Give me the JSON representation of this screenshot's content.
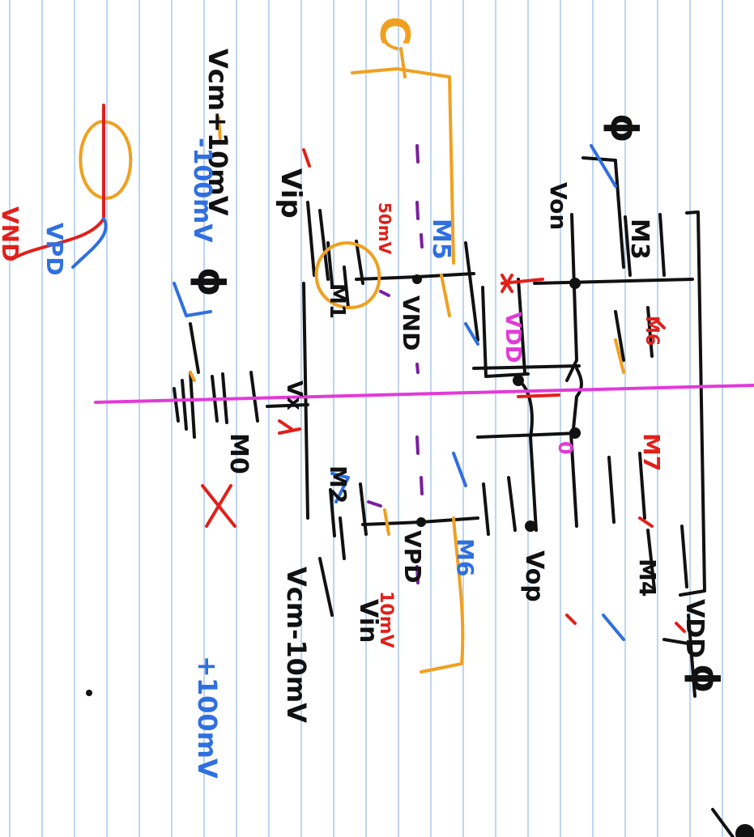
{
  "colors": {
    "paper": "#ffffff",
    "ruling": "#a9c7ec",
    "ink_black": "#111111",
    "ink_red": "#e0201b",
    "ink_blue": "#2f6fe0",
    "ink_orange": "#f0a020",
    "ink_magenta": "#e23ad8",
    "ink_purple": "#7a1fa0"
  },
  "labels": {
    "phi_top": "ϕ",
    "phi_mid": "ϕ",
    "phi_bot": "ϕ",
    "vdd_top": "VDD",
    "vdd_center": "VDD",
    "von": "Von",
    "vop": "Vop",
    "vnd": "VND",
    "vpd": "VPD",
    "vx": "Vx",
    "vip": "Vip",
    "vin": "Vin",
    "m0": "M0",
    "m1": "M1",
    "m2": "M2",
    "m3": "M3",
    "m4": "M4",
    "m5": "M5",
    "m6_mid": "M6",
    "m6_right": "M6",
    "m7": "M7",
    "vcm_plus": "Vcm+10mV",
    "vcm_minus": "Vcm-10mV",
    "minus_100mv": "-100mV",
    "plus_100mv": "+100mV",
    "c_label": "C",
    "v50mv": "50mV",
    "v10mv": "10mV",
    "zero": "0",
    "vnd_small": "VND",
    "vpd_small": "VPD",
    "x_mark": "X"
  }
}
